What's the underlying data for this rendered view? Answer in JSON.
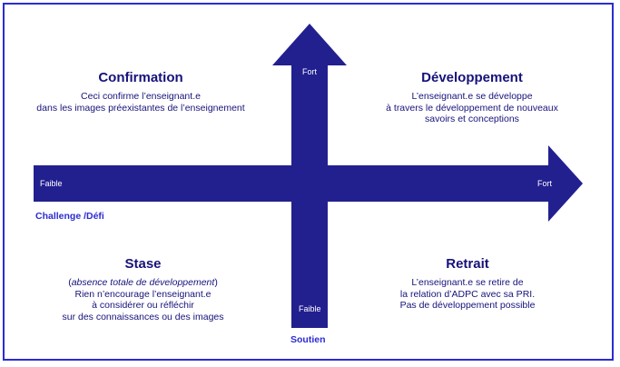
{
  "colors": {
    "arrow": "#22208f",
    "border": "#2b2bd4",
    "text": "#16127a",
    "axis_name": "#2b2bd4"
  },
  "quadrants": {
    "top_left": {
      "title": "Confirmation",
      "lines": [
        "Ceci confirme l’enseignant.e",
        "dans les images préexistantes de l’enseignement"
      ]
    },
    "top_right": {
      "title": "Développement",
      "lines": [
        "L’enseignant.e se développe",
        "à travers le développement de nouveaux",
        "savoirs et conceptions"
      ]
    },
    "bottom_left": {
      "title": "Stase",
      "note_open": "(",
      "note_italic": "absence totale de développement",
      "note_close": ")",
      "lines": [
        "Rien n’encourage l’enseignant.e",
        "à considérer ou réfléchir",
        "sur des connaissances ou des images"
      ]
    },
    "bottom_right": {
      "title": "Retrait",
      "lines": [
        "L’enseignant.e se retire de",
        "la relation d’ADPC avec sa PRI.",
        "Pas de développement possible"
      ]
    }
  },
  "axes": {
    "horizontal": {
      "name": "Challenge /Défi",
      "low": "Faible",
      "high": "Fort"
    },
    "vertical": {
      "name": "Soutien",
      "low": "Faible",
      "high": "Fort"
    }
  }
}
